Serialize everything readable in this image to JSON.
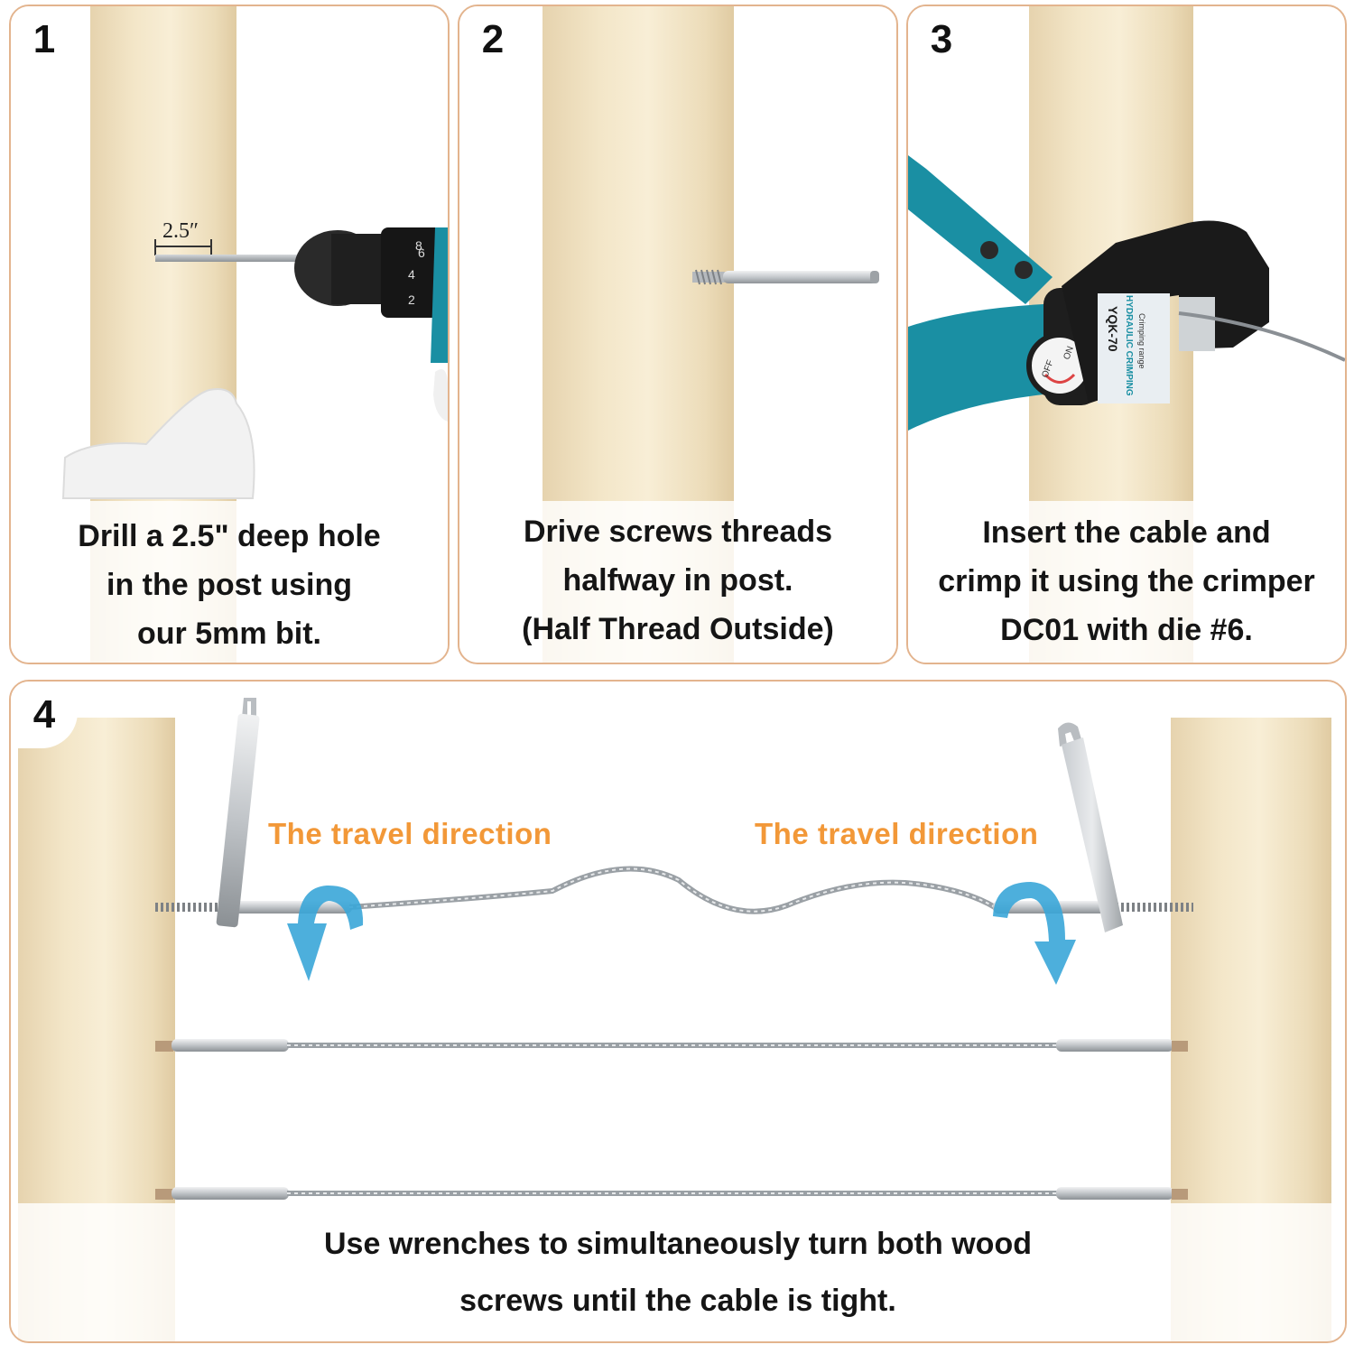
{
  "steps": [
    {
      "number": "1",
      "caption_lines": [
        "Drill a 2.5\" deep hole",
        "in the post using",
        "our 5mm bit."
      ],
      "dimension_label": "2.5″"
    },
    {
      "number": "2",
      "caption_lines": [
        "Drive screws threads",
        "halfway in post.",
        "(Half Thread Outside)"
      ]
    },
    {
      "number": "3",
      "caption_lines": [
        "Insert the cable and",
        "crimp it using the crimper",
        "DC01 with die #6."
      ],
      "tool_text": [
        "YQK-70",
        "HYDRAULIC CRIMPING",
        "Crimping range",
        "ON",
        "OFF"
      ]
    },
    {
      "number": "4",
      "caption_lines": [
        "Use wrenches to simultaneously turn both wood",
        "screws until the cable is tight."
      ],
      "travel_left": "The travel direction",
      "travel_right": "The travel direction"
    }
  ],
  "drill_clutch_numbers": [
    "8",
    "6",
    "4",
    "2"
  ],
  "colors": {
    "border": "#e3b48e",
    "travel_text": "#f29838",
    "arrow": "#3aa6d8",
    "tool_teal": "#1a8fa3"
  },
  "icons": [
    "drill-icon",
    "screw-icon",
    "hydraulic-crimper-icon",
    "wrench-icon",
    "rotation-arrow-icon",
    "cable-icon"
  ]
}
